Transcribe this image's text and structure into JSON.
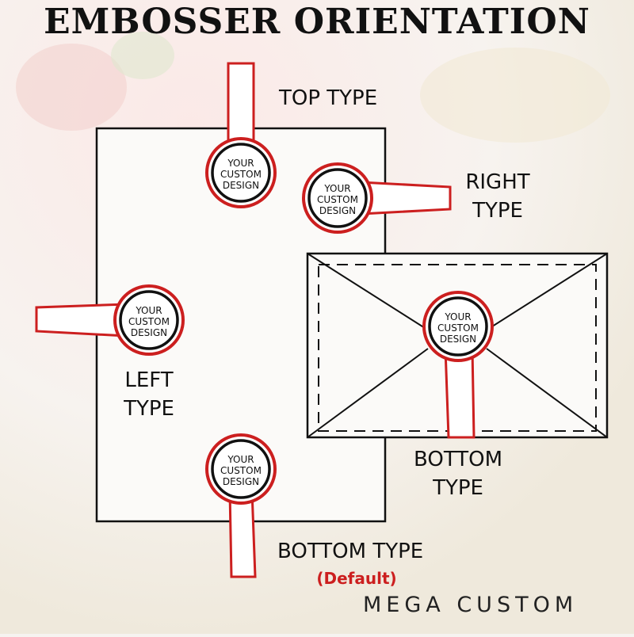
{
  "title": "EMBOSSER ORIENTATION",
  "seal_text": [
    "YOUR",
    "CUSTOM",
    "DESIGN"
  ],
  "labels": {
    "top": "TOP TYPE",
    "right_line1": "RIGHT",
    "right_line2": "TYPE",
    "left_line1": "LEFT",
    "left_line2": "TYPE",
    "bottom": "BOTTOM TYPE",
    "default": "(Default)",
    "envelope_bottom_line1": "BOTTOM",
    "envelope_bottom_line2": "TYPE"
  },
  "brand": "MEGA CUSTOM",
  "colors": {
    "accent_red": "#cc1f1f",
    "outline": "#111111",
    "background": "#f6f3f0"
  }
}
